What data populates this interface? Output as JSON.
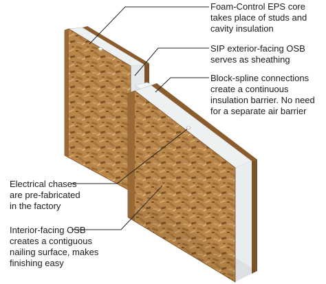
{
  "callouts": [
    {
      "id": "eps-core",
      "lines": [
        "Foam-Control EPS core",
        "takes place of studs and",
        "cavity insulation"
      ]
    },
    {
      "id": "exterior-osb",
      "lines": [
        "SIP exterior-facing OSB",
        "serves as sheathing"
      ]
    },
    {
      "id": "block-spline",
      "lines": [
        "Block-spline connections",
        "create a continuous",
        "insulation barrier. No need",
        "for a separate air barrier"
      ]
    },
    {
      "id": "electrical-chases",
      "lines": [
        "Electrical chases",
        "are pre-fabricated",
        "in the factory"
      ]
    },
    {
      "id": "interior-osb",
      "lines": [
        "Interior-facing OSB",
        "creates a contiguous",
        "nailing surface, makes",
        "finishing easy"
      ]
    }
  ],
  "colors": {
    "osb": "#b9874a",
    "osb_dark": "#8a5c2c",
    "foam": "#eef1f2",
    "foam_shadow": "#cfd6d9",
    "leader": "#222222"
  }
}
